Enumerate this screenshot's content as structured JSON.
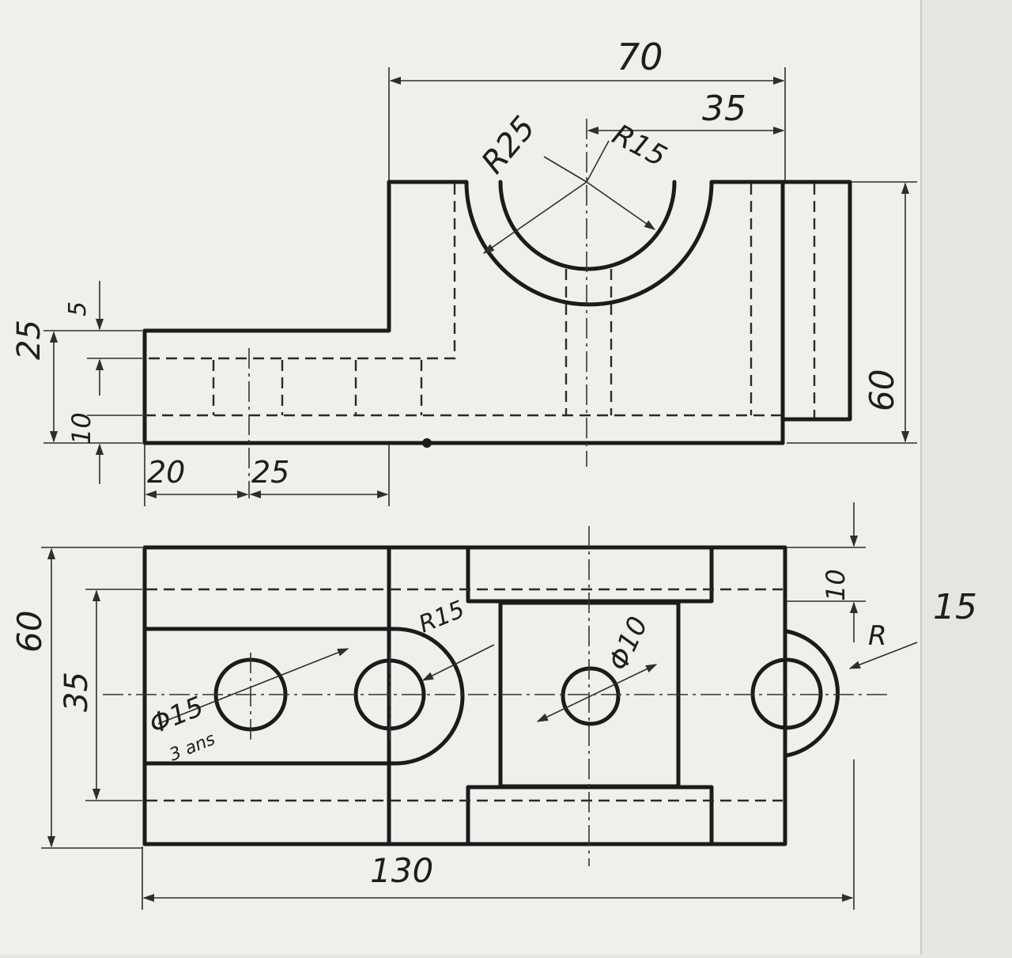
{
  "drawing": {
    "paper_color": "#e4e6e2",
    "ink_color": "#1b1b1b",
    "front_view": {
      "dimensions": {
        "overall_width_70": "70",
        "half_width_35": "35",
        "outer_radius": "R25",
        "inner_radius": "R15",
        "height_60": "60",
        "step_height_25": "25",
        "top_offset_5": "5",
        "bottom_offset_10": "10",
        "left_offset_20": "20",
        "second_offset_25": "25"
      }
    },
    "top_view": {
      "dimensions": {
        "depth_60": "60",
        "slot_width_35": "35",
        "slot_depth_10": "10",
        "overall_length_130": "130",
        "end_radius": "R15",
        "center_hole": "Φ10",
        "hole_callout": "Φ15",
        "hole_count_note": "3 ans",
        "right_radius_letter": "R",
        "right_radius_value": "15"
      }
    }
  }
}
